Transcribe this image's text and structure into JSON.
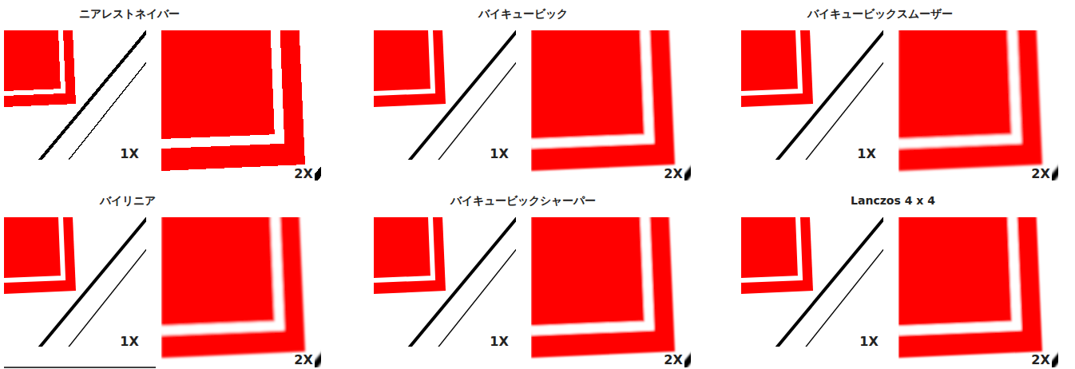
{
  "diagram": {
    "labels": [
      "ニアレストネイバー",
      "1X",
      "2X",
      "バイキュービック",
      "1X",
      "2X",
      "バイキュービックスムーザー",
      "1X",
      "2X",
      "バイリニア",
      "1X",
      "2X",
      "バイキュービックシャーパー",
      "1X",
      "2X",
      "Lanczos 4 x 4",
      "1X",
      "2X"
    ]
  }
}
